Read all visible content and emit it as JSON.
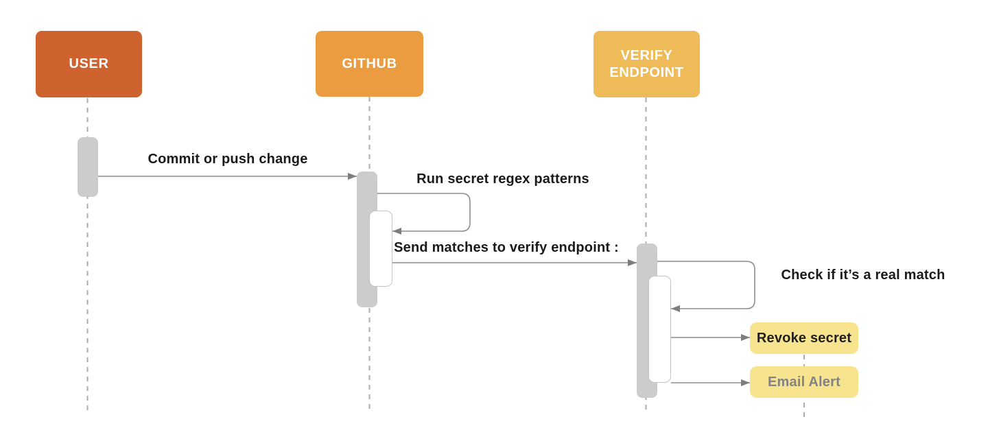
{
  "diagram": {
    "type": "sequence-diagram",
    "actors": [
      {
        "id": "user",
        "label": "USER",
        "color": "#CE6330"
      },
      {
        "id": "github",
        "label": "GITHUB",
        "color": "#EC9C40"
      },
      {
        "id": "verify",
        "label": "VERIFY ENDPOINT",
        "color": "#EEBB58"
      }
    ],
    "messages": [
      {
        "from": "USER",
        "to": "GITHUB",
        "kind": "message",
        "text": "Commit or push change"
      },
      {
        "from": "GITHUB",
        "to": "GITHUB",
        "kind": "self-message",
        "text": "Run secret regex patterns"
      },
      {
        "from": "GITHUB",
        "to": "VERIFY ENDPOINT",
        "kind": "message",
        "text": "Send matches to verify endpoint :"
      },
      {
        "from": "VERIFY ENDPOINT",
        "to": "VERIFY ENDPOINT",
        "kind": "self-message",
        "text": "Check if it’s a real match"
      },
      {
        "from": "VERIFY ENDPOINT",
        "to": "Revoke secret",
        "kind": "message",
        "text": ""
      },
      {
        "from": "VERIFY ENDPOINT",
        "to": "Email Alert",
        "kind": "message",
        "text": ""
      }
    ],
    "notes": [
      {
        "id": "revoke",
        "label": "Revoke secret",
        "fill": "#F8E48F",
        "text_color": "#1F1F1F"
      },
      {
        "id": "email",
        "label": "Email Alert",
        "fill": "#F8E48F",
        "text_color": "#828282"
      }
    ],
    "colors": {
      "background": "#FFFFFF",
      "activation_fill": "#CCCCCC",
      "nested_activation_fill": "#FFFFFF",
      "nested_activation_border": "#C4C4C4",
      "message_line": "#8C8C8C",
      "arrowhead": "#7D7D7D",
      "lifeline": "#ABABAB",
      "message_text": "#1A1A1A"
    }
  }
}
